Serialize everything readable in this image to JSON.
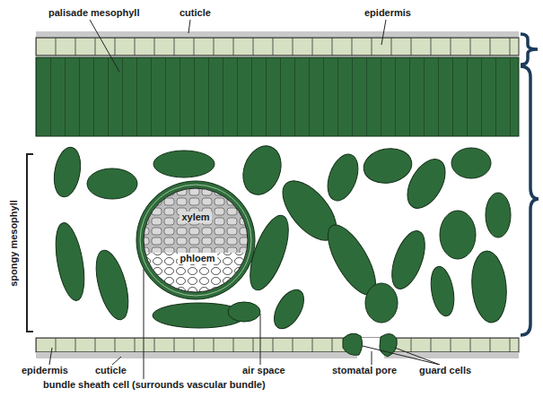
{
  "diagram": {
    "labels": [
      "palisade mesophyll",
      "cuticle",
      "epidermis",
      "spongy mesophyll",
      "xylem",
      "phloem",
      "epidermis",
      "cuticle",
      "bundle sheath cell (surrounds vascular bundle)",
      "air space",
      "stomatal pore",
      "guard cells"
    ]
  }
}
